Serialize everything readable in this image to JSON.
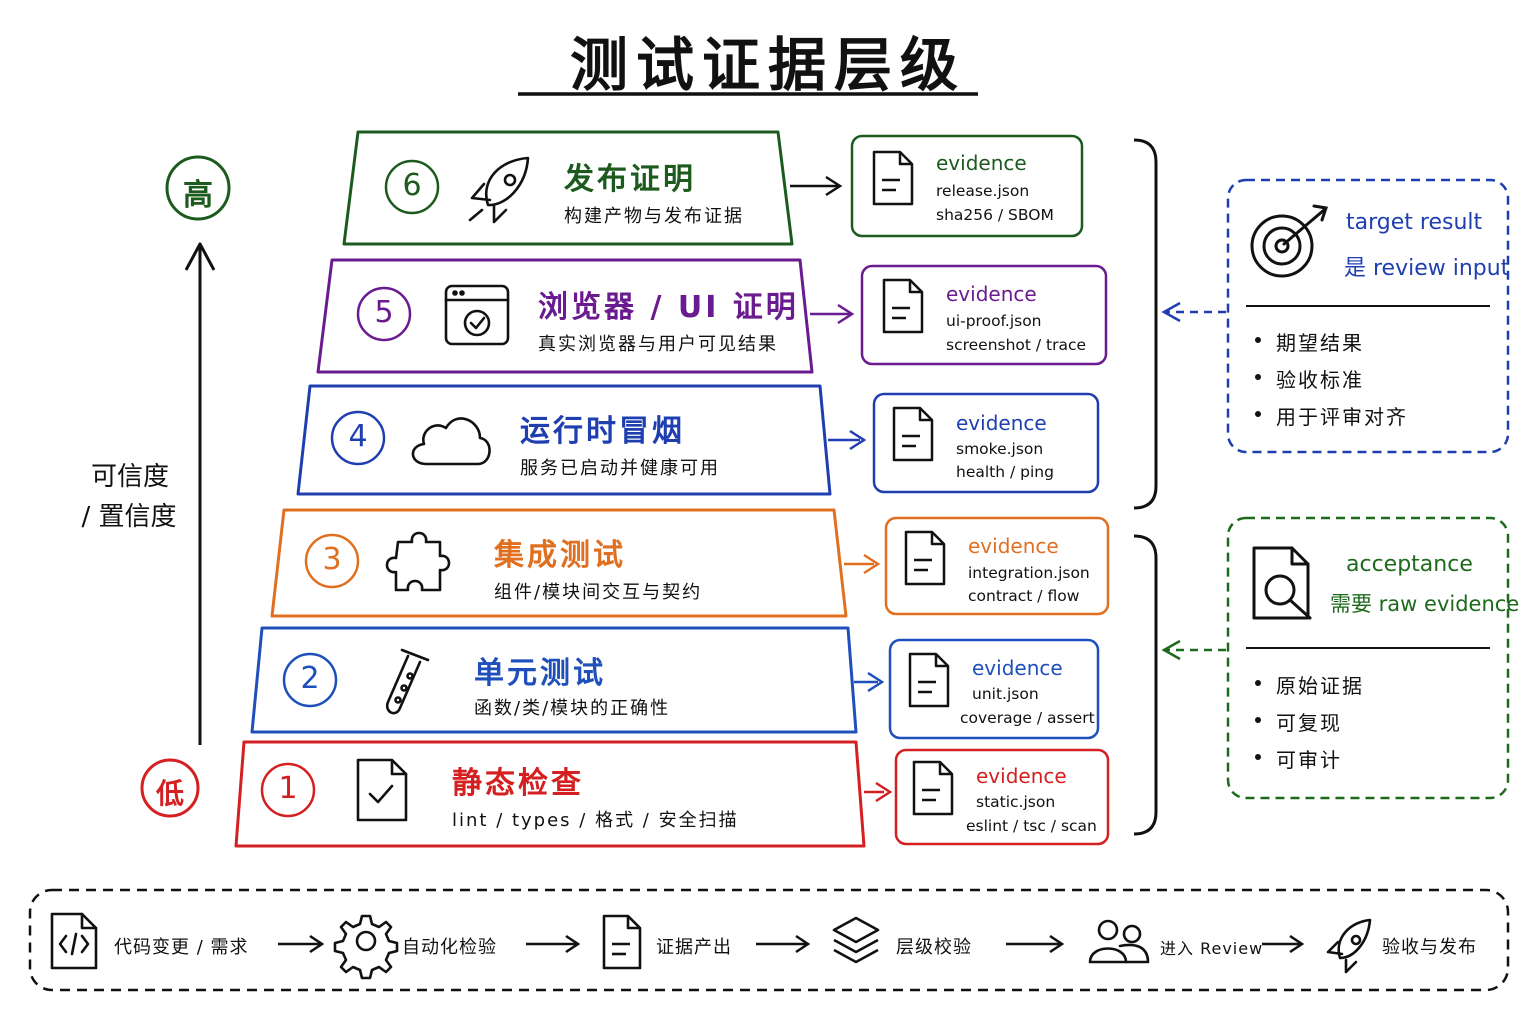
{
  "title": "测试证据层级",
  "axis": {
    "high": "高",
    "low": "低",
    "label_line1": "可信度",
    "label_line2": "/ 置信度"
  },
  "colors": {
    "l6": "#1d5a1d",
    "l5": "#6a1b8f",
    "l4": "#1f3fb0",
    "l3": "#e07020",
    "l2": "#1e4fbb",
    "l1": "#d42020",
    "target": "#1f3fb0",
    "acceptance": "#1d6a1d"
  },
  "levels": [
    {
      "num": "1",
      "title": "静态检查",
      "subtitle": "lint / types / 格式 / 安全扫描",
      "icon": "file-check-icon",
      "evidence": {
        "heading": "evidence",
        "line1": "static.json",
        "line2": "eslint / tsc / scan"
      }
    },
    {
      "num": "2",
      "title": "单元测试",
      "subtitle": "函数/类/模块的正确性",
      "icon": "test-tube-icon",
      "evidence": {
        "heading": "evidence",
        "line1": "unit.json",
        "line2": "coverage / assert"
      }
    },
    {
      "num": "3",
      "title": "集成测试",
      "subtitle": "组件/模块间交互与契约",
      "icon": "puzzle-icon",
      "evidence": {
        "heading": "evidence",
        "line1": "integration.json",
        "line2": "contract / flow"
      }
    },
    {
      "num": "4",
      "title": "运行时冒烟",
      "subtitle": "服务已启动并健康可用",
      "icon": "cloud-icon",
      "evidence": {
        "heading": "evidence",
        "line1": "smoke.json",
        "line2": "health / ping"
      }
    },
    {
      "num": "5",
      "title": "浏览器 / UI 证明",
      "subtitle": "真实浏览器与用户可见结果",
      "icon": "browser-check-icon",
      "evidence": {
        "heading": "evidence",
        "line1": "ui-proof.json",
        "line2": "screenshot / trace"
      }
    },
    {
      "num": "6",
      "title": "发布证明",
      "subtitle": "构建产物与发布证据",
      "icon": "rocket-icon",
      "evidence": {
        "heading": "evidence",
        "line1": "release.json",
        "line2": "sha256 / SBOM"
      }
    }
  ],
  "target_box": {
    "line1": "target result",
    "line2": "是 review input",
    "icon": "target-icon",
    "bullets": [
      "期望结果",
      "验收标准",
      "用于评审对齐"
    ]
  },
  "acceptance_box": {
    "line1": "acceptance",
    "line2": "需要 raw evidence",
    "icon": "document-search-icon",
    "bullets": [
      "原始证据",
      "可复现",
      "可审计"
    ]
  },
  "flow": [
    {
      "label": "代码变更 / 需求",
      "icon": "code-file-icon"
    },
    {
      "label": "自动化检验",
      "icon": "gear-icon"
    },
    {
      "label": "证据产出",
      "icon": "document-icon"
    },
    {
      "label": "层级校验",
      "icon": "layers-icon"
    },
    {
      "label": "进入 Review",
      "icon": "users-icon"
    },
    {
      "label": "验收与发布",
      "icon": "rocket-icon"
    }
  ]
}
